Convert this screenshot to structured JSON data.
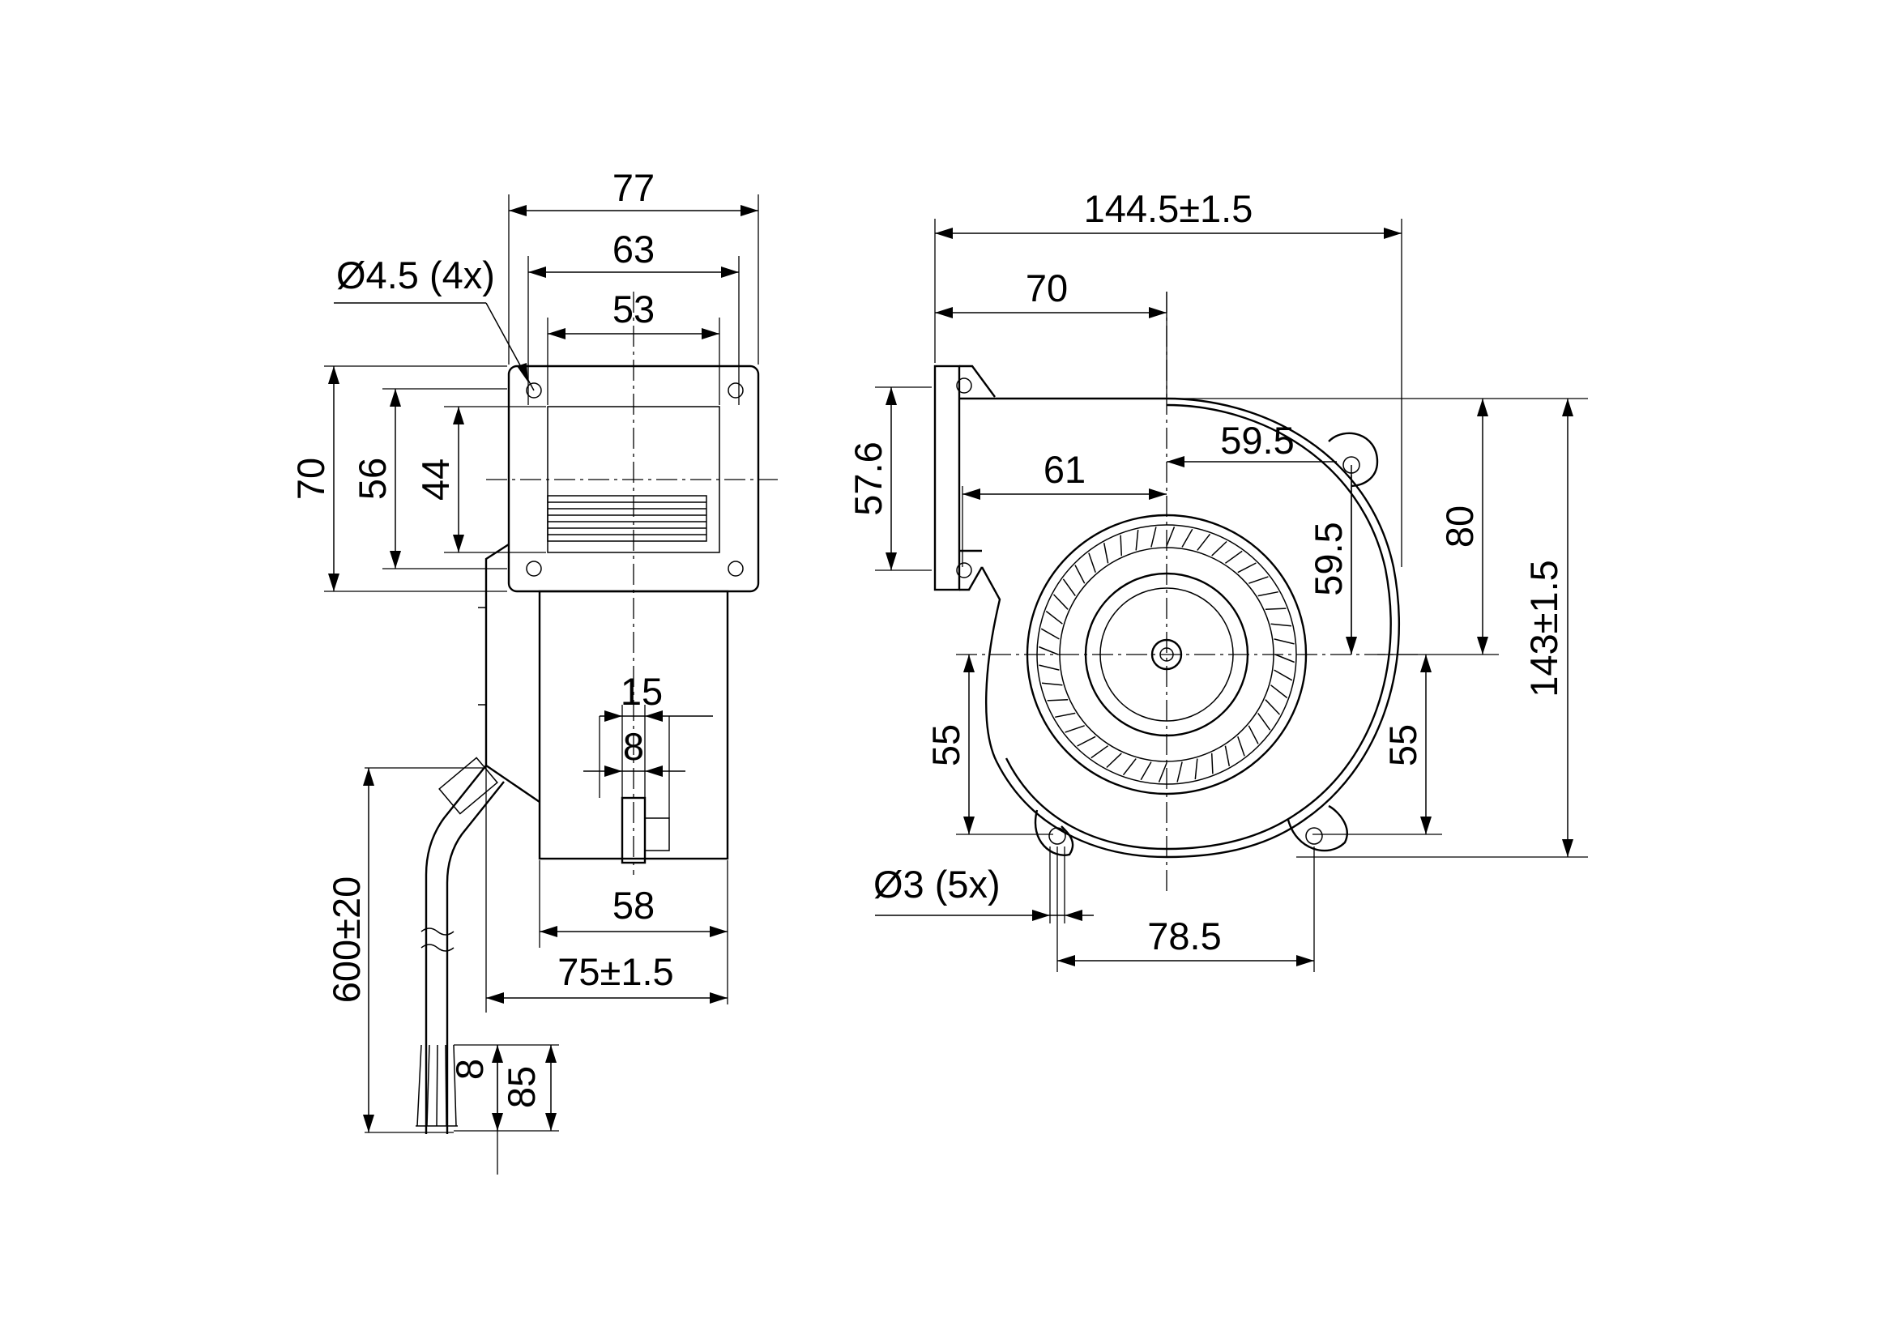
{
  "drawing": {
    "side_view": {
      "width_77": "77",
      "width_63": "63",
      "width_53": "53",
      "hole_note": "Ø4.5 (4x)",
      "height_70": "70",
      "height_56": "56",
      "height_44": "44",
      "dim_15": "15",
      "dim_8_top": "8",
      "width_58": "58",
      "width_75": "75±1.5",
      "cable_600": "600±20",
      "lead_8": "8",
      "lead_85": "85"
    },
    "front_view": {
      "width_144": "144.5±1.5",
      "dim_70": "70",
      "dim_61": "61",
      "dim_57_6": "57.6",
      "dim_59_5_h": "59.5",
      "dim_59_5_v": "59.5",
      "dim_80": "80",
      "height_143": "143±1.5",
      "dim_55_left": "55",
      "dim_55_right": "55",
      "hole_note": "Ø3 (5x)",
      "dim_78_5": "78.5"
    }
  }
}
